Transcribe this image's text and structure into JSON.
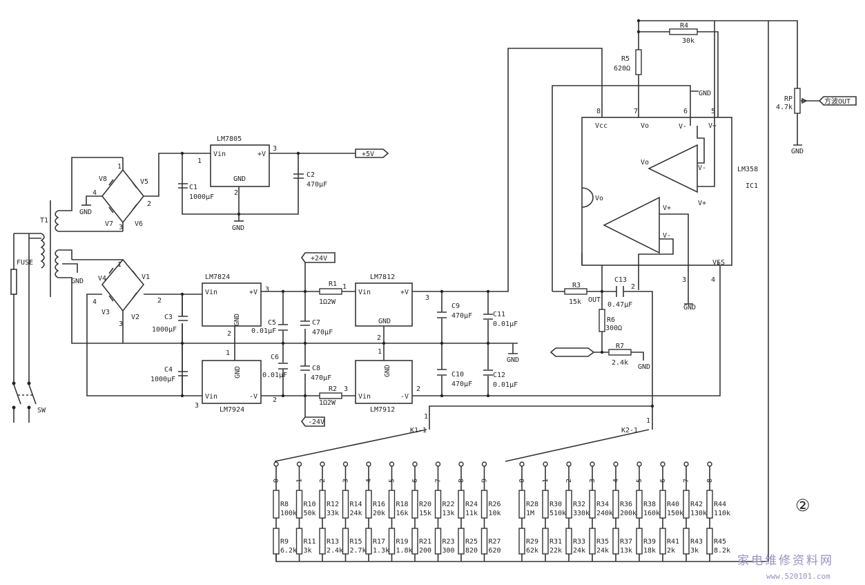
{
  "net_labels": {
    "p5v": "+5V",
    "p24v": "+24V",
    "n24v": "-24V",
    "square_out": "方波OUT"
  },
  "parts": {
    "lm7805": "LM7805",
    "lm7824": "LM7824",
    "lm7812": "LM7812",
    "lm7924": "LM7924",
    "lm7912": "LM7912",
    "lm358": "LM358",
    "ic1": "IC1",
    "t1": "T1",
    "fuse": "FUSE",
    "sw": "SW",
    "k1": "K1-1",
    "k2": "K2-1",
    "rp": "RP",
    "rp_val": "4.7k"
  },
  "pins": {
    "vin": "Vin",
    "pv": "+V",
    "nv": "-V",
    "gnd": "GND",
    "vcc": "Vcc",
    "vo": "Vo",
    "vm": "V-",
    "vp": "V+",
    "vss": "VSS",
    "out": "OUT"
  },
  "caps": {
    "c1": "C1",
    "c1v": "1000μF",
    "c2": "C2",
    "c2v": "470μF",
    "c3": "C3",
    "c3v": "1000μF",
    "c4": "C4",
    "c4v": "1000μF",
    "c5": "C5",
    "c5v": "0.01μF",
    "c6": "C6",
    "c6v": "0.01μF",
    "c7": "C7",
    "c7v": "470μF",
    "c8": "C8",
    "c8v": "470μF",
    "c9": "C9",
    "c9v": "470μF",
    "c10": "C10",
    "c10v": "470μF",
    "c11": "C11",
    "c11v": "0.01μF",
    "c12": "C12",
    "c12v": "0.01μF",
    "c13": "C13",
    "c13v": "0.47μF"
  },
  "diodes": {
    "v1": "V1",
    "v2": "V2",
    "v3": "V3",
    "v4": "V4",
    "v5": "V5",
    "v6": "V6",
    "v7": "V7",
    "v8": "V8"
  },
  "res_top": {
    "r1": "R1",
    "r1v": "1Ω2W",
    "r2": "R2",
    "r2v": "1Ω2W",
    "r3": "R3",
    "r3v": "15k",
    "r4": "R4",
    "r4v": "30k",
    "r5": "R5",
    "r5v": "620Ω",
    "r6": "R6",
    "r6v": "300Ω",
    "r7": "R7",
    "r7v": "2.4k"
  },
  "ladder1": [
    {
      "pos": "0",
      "top": "R8",
      "topv": "100k",
      "bot": "R9",
      "botv": "6.2k"
    },
    {
      "pos": "1",
      "top": "R10",
      "topv": "50k",
      "bot": "R11",
      "botv": "3k"
    },
    {
      "pos": "2",
      "top": "R12",
      "topv": "33k",
      "bot": "R13",
      "botv": "2.4k"
    },
    {
      "pos": "3",
      "top": "R14",
      "topv": "24k",
      "bot": "R15",
      "botv": "2.7k"
    },
    {
      "pos": "4",
      "top": "R16",
      "topv": "20k",
      "bot": "R17",
      "botv": "1.3k"
    },
    {
      "pos": "5",
      "top": "R18",
      "topv": "16k",
      "bot": "R19",
      "botv": "1.8k"
    },
    {
      "pos": "6",
      "top": "R20",
      "topv": "15k",
      "bot": "R21",
      "botv": "200"
    },
    {
      "pos": "7",
      "top": "R22",
      "topv": "13k",
      "bot": "R23",
      "botv": "300"
    },
    {
      "pos": "8",
      "top": "R24",
      "topv": "11k",
      "bot": "R25",
      "botv": "820"
    },
    {
      "pos": "9",
      "top": "R26",
      "topv": "10k",
      "bot": "R27",
      "botv": "620"
    }
  ],
  "ladder2": [
    {
      "pos": "0",
      "top": "R28",
      "topv": "1M",
      "bot": "R29",
      "botv": "62k"
    },
    {
      "pos": "1",
      "top": "R30",
      "topv": "510k",
      "bot": "R31",
      "botv": "22k"
    },
    {
      "pos": "2",
      "top": "R32",
      "topv": "330k",
      "bot": "R33",
      "botv": "24k"
    },
    {
      "pos": "3",
      "top": "R34",
      "topv": "240k",
      "bot": "R35",
      "botv": "24k"
    },
    {
      "pos": "4",
      "top": "R36",
      "topv": "200k",
      "bot": "R37",
      "botv": "13k"
    },
    {
      "pos": "5",
      "top": "R38",
      "topv": "160k",
      "bot": "R39",
      "botv": "18k"
    },
    {
      "pos": "6",
      "top": "R40",
      "topv": "150k",
      "bot": "R41",
      "botv": "2k"
    },
    {
      "pos": "7",
      "top": "R42",
      "topv": "130k",
      "bot": "R43",
      "botv": "3k"
    },
    {
      "pos": "8",
      "top": "R44",
      "topv": "110k",
      "bot": "R45",
      "botv": "8.2k"
    }
  ],
  "figure_number": "②",
  "watermark": {
    "cn": "家电维修资料网",
    "url": "www.520101.com"
  }
}
